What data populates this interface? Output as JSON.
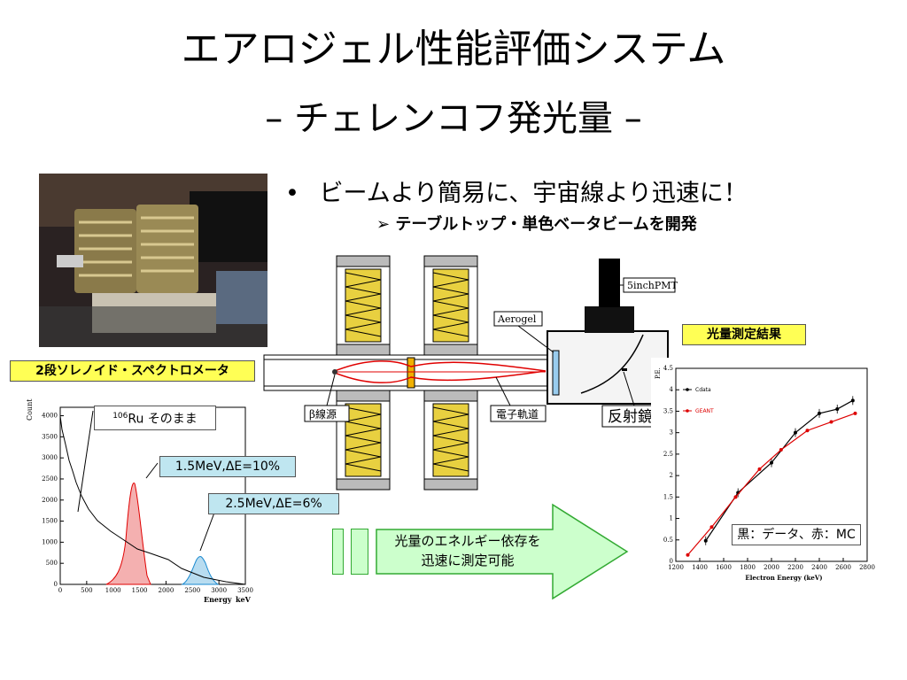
{
  "slide": {
    "title": "エアロジェル性能評価システム",
    "subtitle": "– チェレンコフ発光量 –",
    "bullet": "ビームより簡易に、宇宙線より迅速に！",
    "bullet_marker": "•",
    "sub_bullet_marker": "➢",
    "sub_bullet": "テーブルトップ・単色ベータビームを開発"
  },
  "labels": {
    "spectrometer": "2段ソレノイド・スペクトロメータ",
    "ru_sup": "106",
    "ru_text": "Ru そのまま",
    "peak1": "1.5MeV,ΔE=10%",
    "peak2": "2.5MeV,ΔE=6%",
    "result_title": "光量測定結果",
    "legend_note": "黒：データ、赤：MC",
    "arrow_text_line1": "光量のエネルギー依存を",
    "arrow_text_line2": "迅速に測定可能"
  },
  "diagram": {
    "pmt": "5inchPMT",
    "aerogel": "Aerogel",
    "beta_source": "β線源",
    "electron_orbit": "電子軌道",
    "reflector": "反射鏡"
  },
  "spectrum": {
    "ylabel": "Count",
    "xlabel": "Energy",
    "xunit": "keV",
    "x_ticks": [
      0,
      500,
      1000,
      1500,
      2000,
      2500,
      3000,
      3500
    ],
    "y_ticks": [
      0,
      500,
      1000,
      1500,
      2000,
      2500,
      3000,
      3500,
      4000
    ]
  },
  "chart_data": {
    "type": "line",
    "xlabel": "Electron Energy (keV)",
    "ylabel": "P.E.",
    "xlim": [
      1200,
      2800
    ],
    "ylim": [
      0,
      4.5
    ],
    "x_ticks": [
      1200,
      1400,
      1600,
      1800,
      2000,
      2200,
      2400,
      2600,
      2800
    ],
    "y_ticks": [
      0,
      0.5,
      1,
      1.5,
      2,
      2.5,
      3,
      3.5,
      4,
      4.5
    ],
    "legend": "top-left",
    "series": [
      {
        "name": "Cdata",
        "color": "#000000",
        "x": [
          1450,
          1720,
          2000,
          2200,
          2400,
          2550,
          2680
        ],
        "y": [
          0.48,
          1.6,
          2.3,
          3.0,
          3.45,
          3.55,
          3.75
        ]
      },
      {
        "name": "GEANT",
        "color": "#dd0000",
        "x": [
          1300,
          1500,
          1700,
          1900,
          2080,
          2300,
          2500,
          2700
        ],
        "y": [
          0.15,
          0.8,
          1.5,
          2.15,
          2.6,
          3.05,
          3.25,
          3.45
        ]
      }
    ]
  }
}
